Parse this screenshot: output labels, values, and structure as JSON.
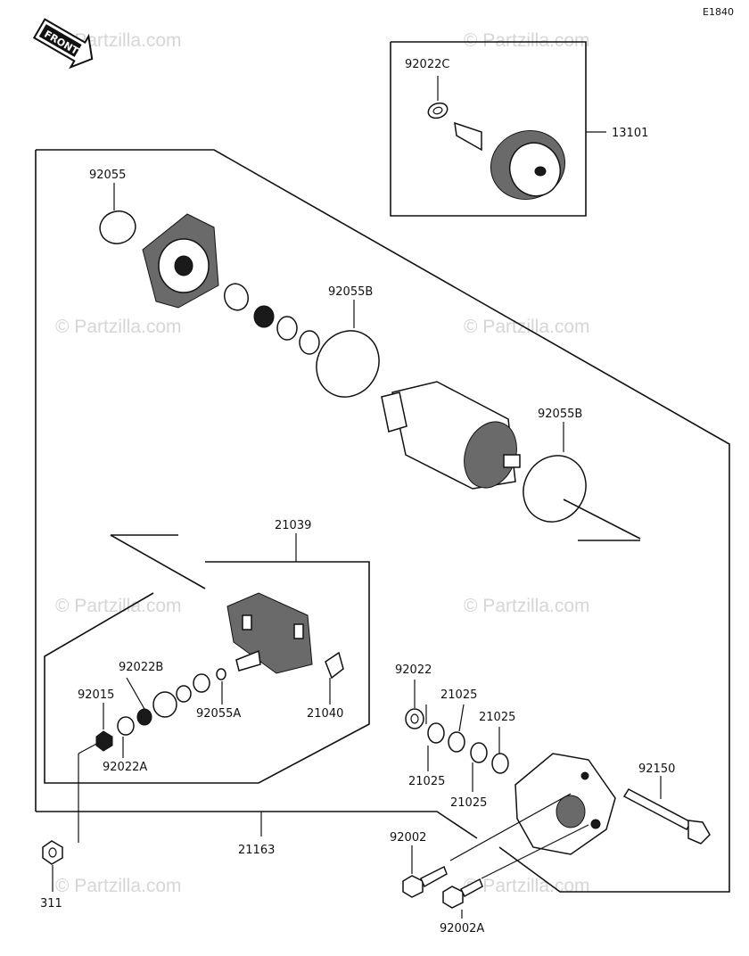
{
  "diagram_code": "E1840",
  "front_badge": "FRONT",
  "watermark": "© Partzilla.com",
  "parts": {
    "p92022C": "92022C",
    "p13101": "13101",
    "p92055": "92055",
    "p92055B_1": "92055B",
    "p92055B_2": "92055B",
    "p21039": "21039",
    "p92022B": "92022B",
    "p92015": "92015",
    "p92055A": "92055A",
    "p21040": "21040",
    "p92022A": "92022A",
    "p92022": "92022",
    "p21025_a": "21025",
    "p21025_b": "21025",
    "p21025_c": "21025",
    "p21025_d": "21025",
    "p92150": "92150",
    "p21163": "21163",
    "p92002": "92002",
    "p92002A": "92002A",
    "p311": "311"
  }
}
